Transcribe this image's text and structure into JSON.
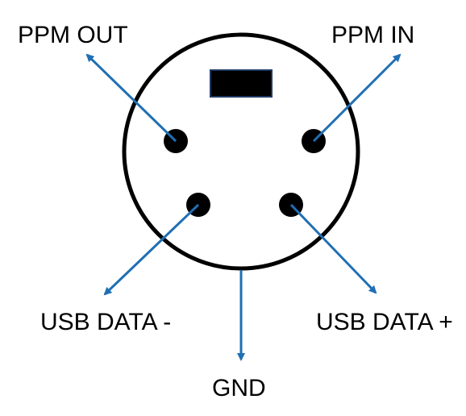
{
  "diagram": {
    "labels": {
      "ppm_out": "PPM OUT",
      "ppm_in": "PPM IN",
      "usb_data_minus": "USB DATA -",
      "usb_data_plus": "USB DATA +",
      "gnd": "GND"
    },
    "colors": {
      "connector_outline": "#000000",
      "key_fill": "#000000",
      "key_border": "#1f3864",
      "pin_fill": "#000000",
      "arrow": "#1f6fb4",
      "text": "#000000"
    }
  }
}
